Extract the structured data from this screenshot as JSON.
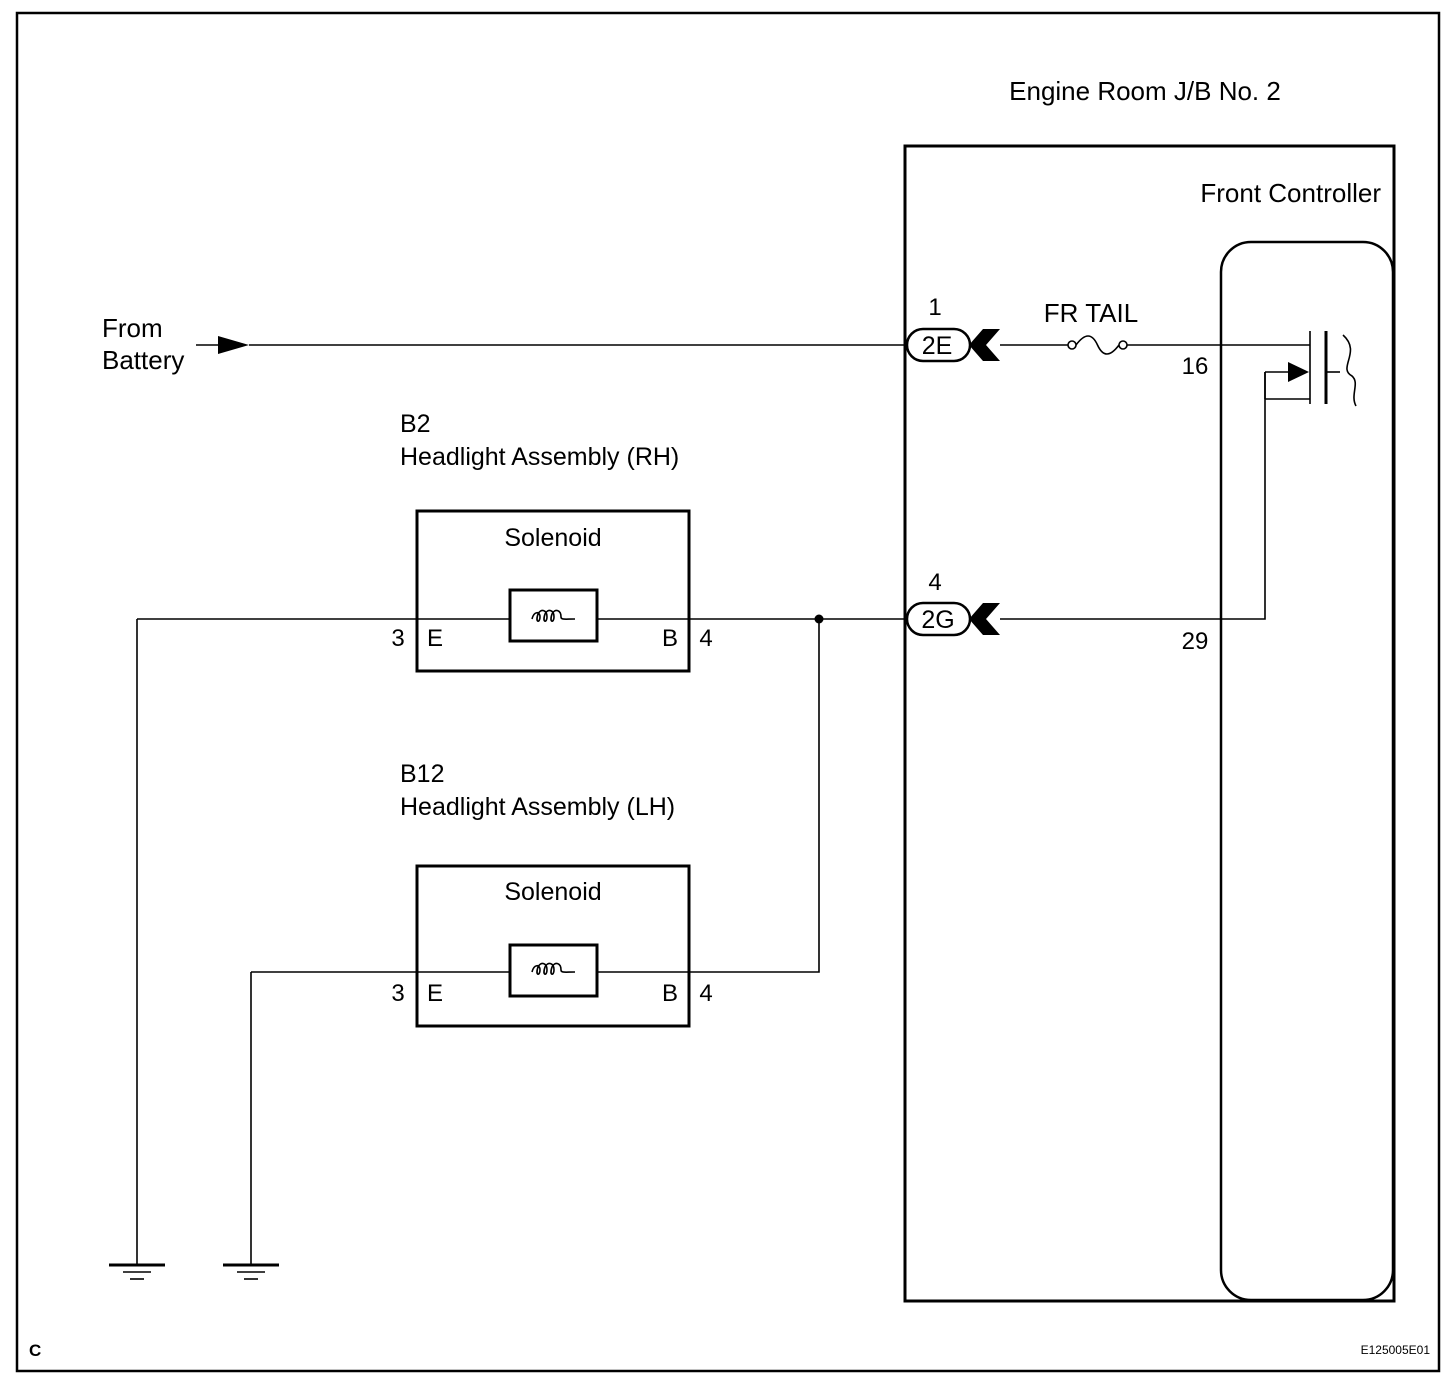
{
  "power_source": {
    "line1": "From",
    "line2": "Battery"
  },
  "junction_block": {
    "title": "Engine Room J/B No. 2",
    "controller_label": "Front Controller",
    "fuse_label": "FR TAIL",
    "connector_top": {
      "pin": "1",
      "code": "2E"
    },
    "connector_bottom": {
      "pin": "4",
      "code": "2G"
    },
    "controller_pin_top": "16",
    "controller_pin_bottom": "29"
  },
  "headlight_rh": {
    "code": "B2",
    "name": "Headlight Assembly (RH)",
    "component": "Solenoid",
    "pin_left_num": "3",
    "pin_left_label": "E",
    "pin_right_label": "B",
    "pin_right_num": "4"
  },
  "headlight_lh": {
    "code": "B12",
    "name": "Headlight Assembly (LH)",
    "component": "Solenoid",
    "pin_left_num": "3",
    "pin_left_label": "E",
    "pin_right_label": "B",
    "pin_right_num": "4"
  },
  "footer": {
    "corner_letter": "C",
    "figure_code": "E125005E01"
  }
}
